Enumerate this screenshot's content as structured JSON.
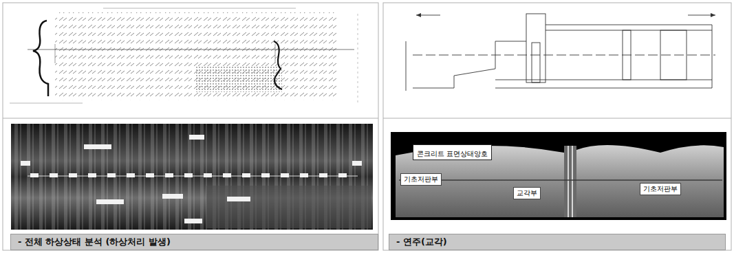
{
  "diagram": {
    "nodes": [
      {
        "text": [
          "- 전체 하상상태 분석 (하상처리 발생)"
        ]
      },
      {
        "text": [
          "- 연주(교각)"
        ]
      },
      {
        "text": [
          "콘크리트 표면상태양호"
        ]
      }
    ],
    "labels": [
      "기초저판부",
      "교각부",
      "기초저판부"
    ]
  }
}
